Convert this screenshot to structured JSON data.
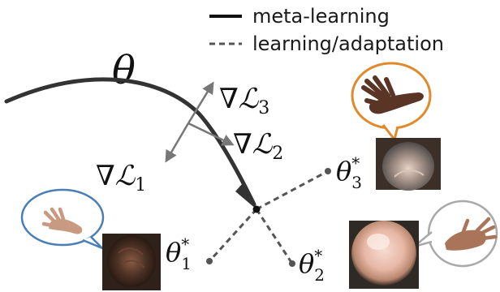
{
  "legend": {
    "solid_label": "meta-learning",
    "dashed_label": "learning/adaptation"
  },
  "theta_label": "θ",
  "gradients": [
    {
      "symbol": "∇",
      "loss": "ℒ",
      "index": "1"
    },
    {
      "symbol": "∇",
      "loss": "ℒ",
      "index": "2"
    },
    {
      "symbol": "∇",
      "loss": "ℒ",
      "index": "3"
    }
  ],
  "tasks": [
    {
      "param": "θ",
      "star": "*",
      "index": "1",
      "bubble_color": "#4a7fb5"
    },
    {
      "param": "θ",
      "star": "*",
      "index": "2",
      "bubble_color": "#a9a9a9"
    },
    {
      "param": "θ",
      "star": "*",
      "index": "3",
      "bubble_color": "#e08a2c"
    }
  ],
  "colors": {
    "meta_path": "#333333",
    "adapt_path": "#555555",
    "gradient_arrow": "#777777"
  },
  "icons": [
    "hand-icon",
    "scalp-photo-icon"
  ]
}
